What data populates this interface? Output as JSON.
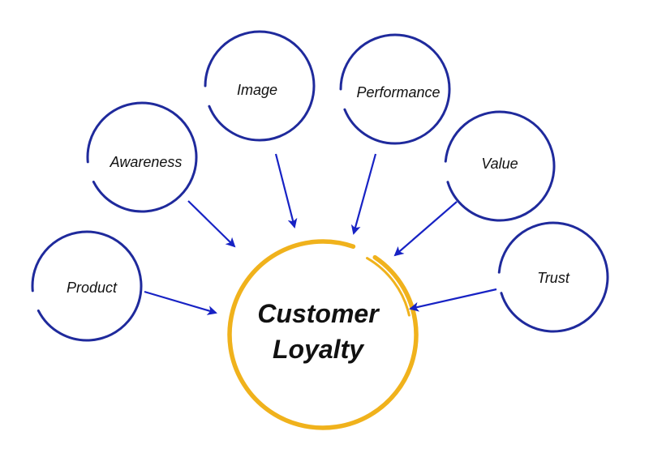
{
  "center": {
    "line1": "Customer",
    "line2": "Loyalty"
  },
  "nodes": [
    {
      "key": "product",
      "label": "Product"
    },
    {
      "key": "awareness",
      "label": "Awareness"
    },
    {
      "key": "image",
      "label": "Image"
    },
    {
      "key": "performance",
      "label": "Performance"
    },
    {
      "key": "value",
      "label": "Value"
    },
    {
      "key": "trust",
      "label": "Trust"
    }
  ],
  "colors": {
    "node_ring": "#1f2a9c",
    "center_ring": "#f0b21c",
    "arrow": "#1722c4",
    "text": "#111111"
  }
}
